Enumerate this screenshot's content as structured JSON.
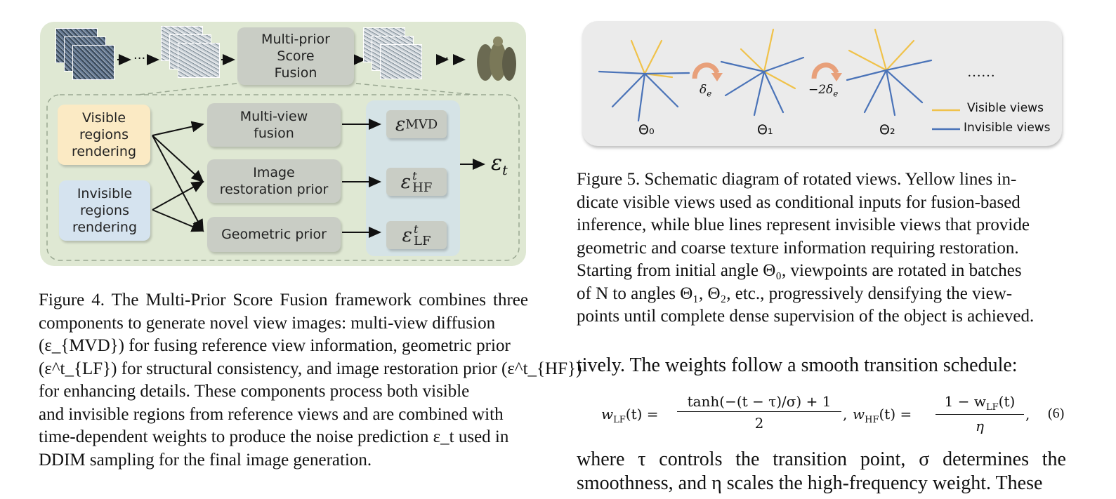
{
  "figure4": {
    "top_label_lines": [
      "Multi-prior",
      "Score",
      "Fusion"
    ],
    "visible_box_lines": [
      "Visible",
      "regions",
      "rendering"
    ],
    "invisible_box_lines": [
      "Invisible",
      "regions",
      "rendering"
    ],
    "multiview_lines": [
      "Multi-view",
      "fusion"
    ],
    "restoration_lines": [
      "Image",
      "restoration prior"
    ],
    "geometric_label": "Geometric prior",
    "dots": "···",
    "eps_mvd_sub": "MVD",
    "eps_hf_sub": "HF",
    "eps_lf_sub": "LF",
    "eps_sup": "t",
    "eps_symbol": "ε",
    "eps_out_sub": "t",
    "colors": {
      "panel": "#dfe8d3",
      "visible": "#fbeac4",
      "invisible": "#d5e3ef",
      "gray_box": "#c9cdc5",
      "eps_panel": "#d5e3e6"
    }
  },
  "figure4_caption": {
    "lines": [
      "Figure 4. The Multi-Prior Score Fusion framework combines three",
      "components to generate novel view images: multi-view diffusion",
      "(ε_{MVD}) for fusing reference view information, geometric prior",
      "(ε^t_{LF}) for structural consistency, and image restoration prior (ε^t_{HF})",
      "for enhancing details.  These components process both visible",
      "and invisible regions from reference views and are combined with",
      "time-dependent weights to produce the noise prediction ε_t used in",
      "DDIM sampling for the final image generation."
    ]
  },
  "figure5": {
    "theta_labels": [
      "Θ₀",
      "Θ₁",
      "Θ₂"
    ],
    "delta_label_1": "δ",
    "delta_label_2": "−2δ",
    "delta_sub": "e",
    "ellipsis": "……",
    "legend_visible": "Visible views",
    "legend_invisible": "Invisible views",
    "colors": {
      "visible": "#f0c24a",
      "invisible": "#4a73b8",
      "arrow": "#e8a07a"
    }
  },
  "figure5_caption": {
    "lines": [
      "Figure 5.  Schematic diagram of rotated views.  Yellow lines in-",
      "dicate visible views used as conditional inputs for fusion-based",
      "inference, while blue lines represent invisible views that provide",
      "geometric and coarse texture information requiring restoration.",
      "Starting from initial angle Θ₀, viewpoints are rotated in batches",
      "of N to angles Θ₁, Θ₂, etc., progressively densifying the view-",
      "points until complete dense supervision of the object is achieved."
    ]
  },
  "body": {
    "line1": "tively. The weights follow a smooth transition schedule:",
    "eq_lhs1": "w",
    "eq_sub_lf": "LF",
    "eq_sub_hf": "HF",
    "eq_arg": "(t) =",
    "eq_num1": "tanh(−(t − τ)/σ) + 1",
    "eq_den1": "2",
    "eq_num2": "1 − w",
    "eq_num2_arg": "(t)",
    "eq_den2": "η",
    "eq_number": "(6)",
    "line_after1": "where τ controls the transition point, σ determines the",
    "line_after2": "smoothness, and η scales the high-frequency weight. These"
  }
}
